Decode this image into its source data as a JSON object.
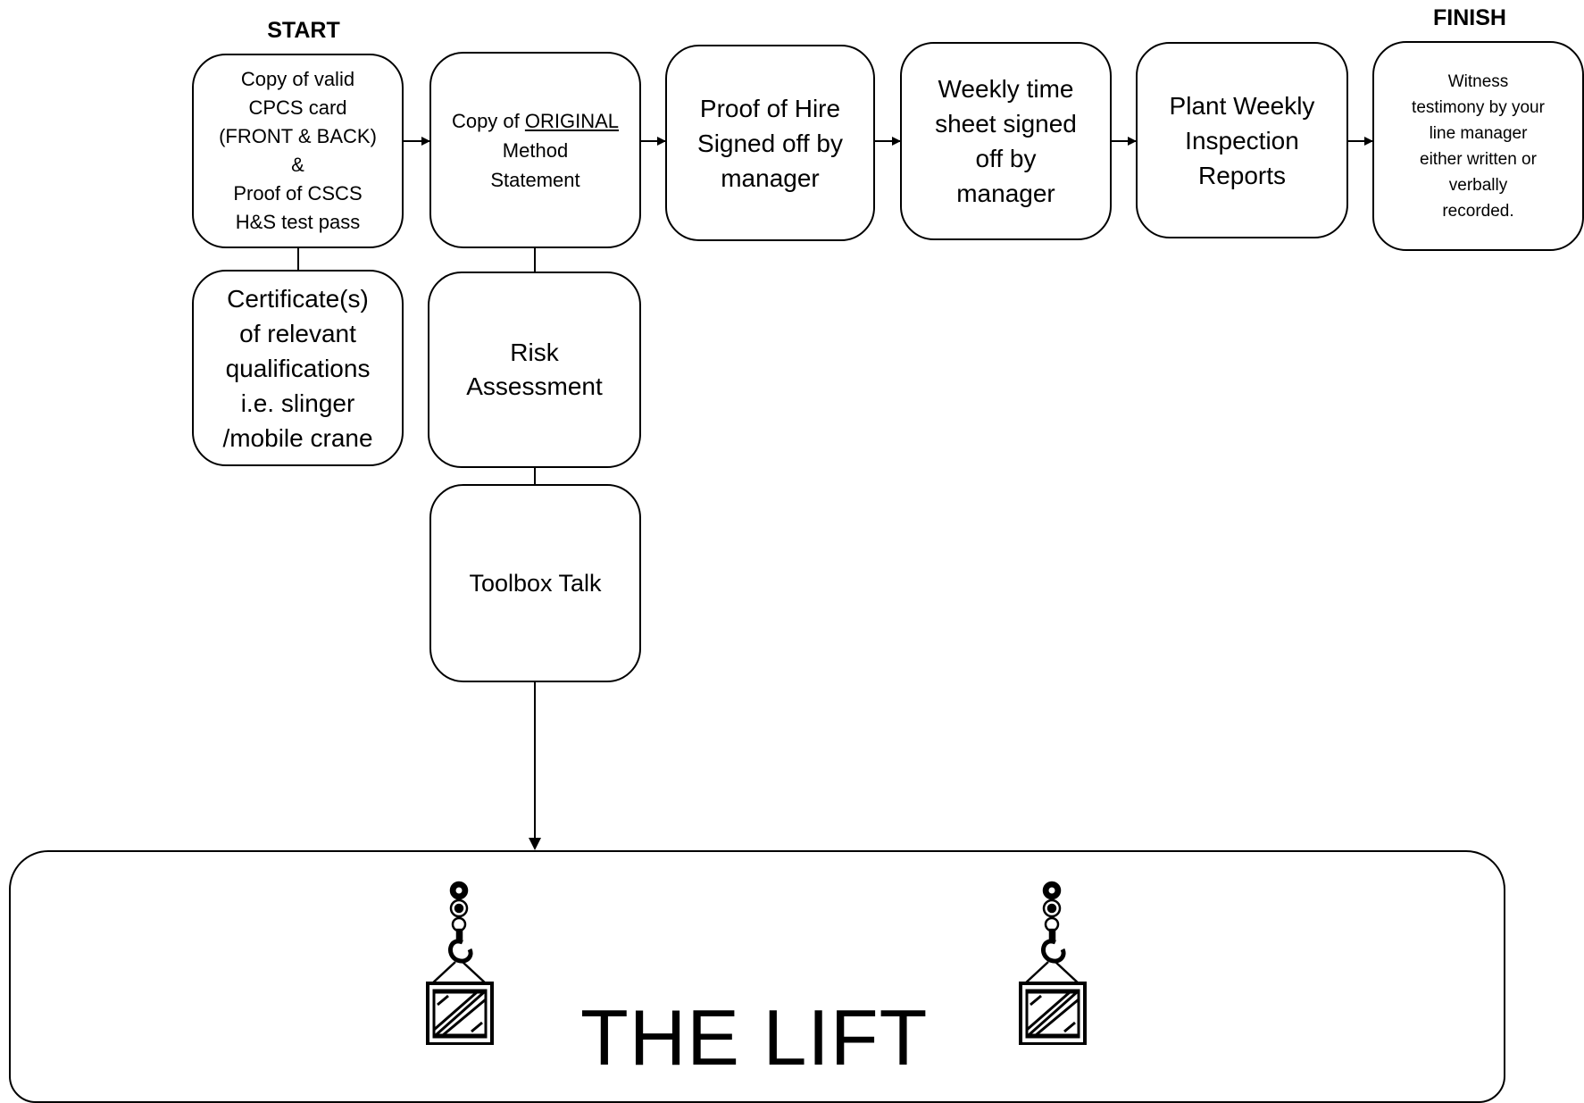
{
  "markers": {
    "start": "START",
    "finish": "FINISH"
  },
  "boxes": {
    "cpcs": "Copy of valid\nCPCS card\n(FRONT & BACK)\n&\nProof of CSCS\nH&S test pass",
    "method_statement": {
      "prefix": "Copy of ",
      "emphasis": "ORIGINAL",
      "rest": "Method\nStatement"
    },
    "proof_of_hire": "Proof of Hire\nSigned off by\nmanager",
    "timesheet": "Weekly time\nsheet signed\noff by\nmanager",
    "plant_inspection": "Plant Weekly\nInspection\nReports",
    "witness": "Witness\ntestimony by your\nline manager\neither written or\nverbally\nrecorded.",
    "certificates": "Certificate(s)\nof relevant\nqualifications\ni.e. slinger\n/mobile crane",
    "risk_assessment": "Risk\nAssessment",
    "toolbox_talk": "Toolbox Talk"
  },
  "lift": {
    "title": "THE LIFT"
  },
  "icons": {
    "left": "crane-hook-crate-icon",
    "right": "crane-hook-crate-icon"
  },
  "colors": {
    "stroke": "#000000",
    "background": "#ffffff"
  }
}
